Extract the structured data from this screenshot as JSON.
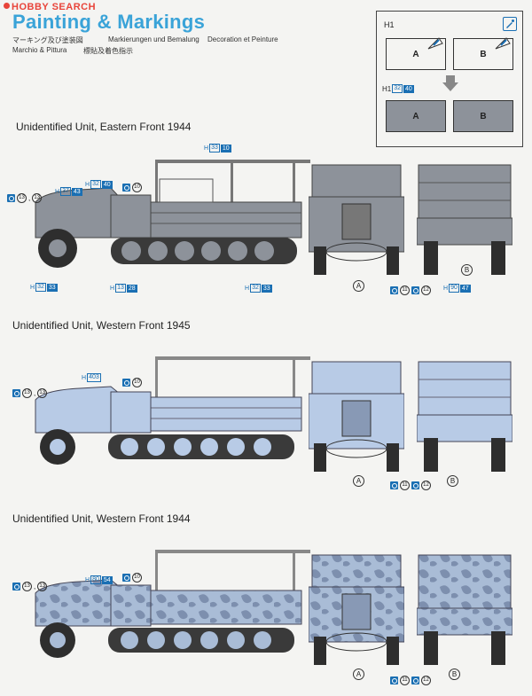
{
  "watermark": "HOBBY SEARCH",
  "title": "Painting & Markings",
  "subtitles": {
    "jp": "マーキング及び塗装図",
    "de": "Markierungen und Bemalung",
    "fr": "Decoration et Peinture",
    "it": "Marchio & Pittura",
    "cn": "標貼及着色指示"
  },
  "inset": {
    "label_top": "H1",
    "label_bottom": "H1",
    "bottom_code": "32",
    "bottom_code2": "40",
    "panel_a": "A",
    "panel_b": "B"
  },
  "sections": [
    {
      "heading": "Unidentified Unit, Eastern Front 1944",
      "tags": {
        "roof": [
          "H",
          "33",
          "10"
        ],
        "cab": [
          "H",
          "32",
          "40"
        ],
        "hood": [
          "H",
          "37",
          "43"
        ],
        "front_low": [
          "H",
          "32",
          "33"
        ],
        "mid_low": [
          "H",
          "13",
          "28"
        ],
        "rear_low": [
          "H",
          "32",
          "33"
        ],
        "rear_view": [
          "H",
          "90",
          "47"
        ]
      },
      "decals_left": [
        "13",
        "13"
      ],
      "decal_door": "10",
      "callout_a": "A",
      "callout_b": "B",
      "decals_bottom": [
        "11",
        "12"
      ]
    },
    {
      "heading": "Unidentified Unit, Western Front 1945",
      "tags": {
        "cab": [
          "H",
          "403"
        ]
      },
      "decals_left": [
        "13",
        "13"
      ],
      "decal_door": "10",
      "callout_a": "A",
      "callout_b": "B",
      "decals_bottom": [
        "11",
        "12"
      ]
    },
    {
      "heading": "Unidentified Unit, Western Front 1944",
      "tags": {
        "cab": [
          "H",
          "80",
          "54"
        ]
      },
      "decals_left": [
        "13",
        "13"
      ],
      "decal_door": "10",
      "callout_a": "A",
      "callout_b": "B",
      "decals_bottom": [
        "11",
        "12"
      ]
    }
  ],
  "colors": {
    "accent": "#3aa3d8",
    "decal_blue": "#1a6fb3",
    "eastern_grey": "#8d929a",
    "western_blue": "#b8cbe6",
    "camo_base": "#a9bcd6",
    "camo_dark": "#7d8fae"
  }
}
